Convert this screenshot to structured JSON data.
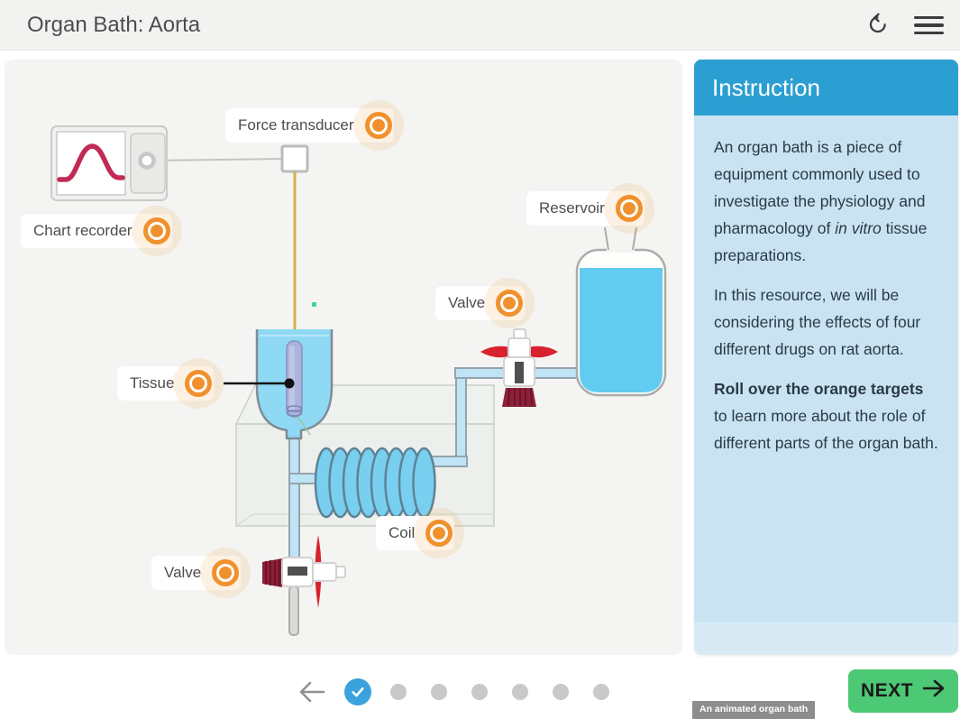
{
  "header": {
    "title": "Organ Bath: Aorta"
  },
  "instruction": {
    "title": "Instruction",
    "p1_pre": "An organ bath is a piece of equipment commonly used to investigate the physiology and pharmacology of ",
    "p1_italic": "in vitro",
    "p1_post": " tissue preparations.",
    "p2": "In this resource, we will be considering the effects of four different drugs on rat aorta.",
    "p3_bold": "Roll over the orange targets",
    "p3_rest": " to learn more about the role of different parts of the organ bath."
  },
  "diagram": {
    "labels": [
      {
        "id": "force-transducer",
        "text": "Force transducer"
      },
      {
        "id": "chart-recorder",
        "text": "Chart recorder"
      },
      {
        "id": "reservoir",
        "text": "Reservoir"
      },
      {
        "id": "valve-top",
        "text": "Valve"
      },
      {
        "id": "tissue",
        "text": "Tissue"
      },
      {
        "id": "coil",
        "text": "Coil"
      },
      {
        "id": "valve-bottom",
        "text": "Valve"
      }
    ]
  },
  "footer": {
    "next_label": "NEXT",
    "tooltip": "An animated organ bath",
    "steps_total": 7,
    "steps_completed": 1
  },
  "colors": {
    "accent-orange": "#F0912D",
    "panel-blue": "#2B9FD1",
    "panel-blue-light": "#C9E3F2",
    "next-green": "#4DC875",
    "active-dot-blue": "#3AA3DB",
    "liquid-blue": "#62CBF0",
    "chamber-blue": "#8FD9F4",
    "tube-blue": "#BEE4F6",
    "curve-red": "#C22A56",
    "valve-red": "#D8232F",
    "valve-dark-red": "#8E2038",
    "thread-yellow": "#D9AF4B",
    "tissue-lavender": "#ACB4DD"
  }
}
